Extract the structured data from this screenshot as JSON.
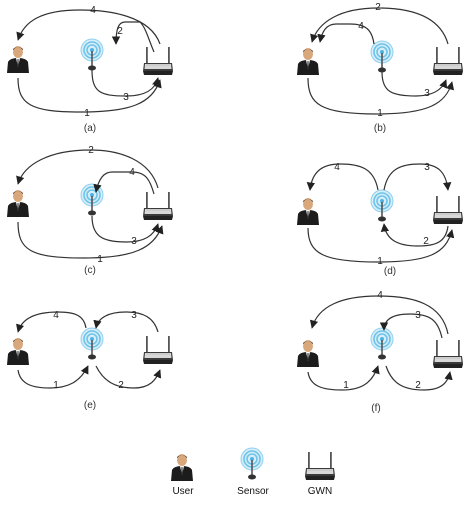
{
  "panels": [
    {
      "caption": "(a)",
      "edges": [
        {
          "label": "4"
        },
        {
          "label": "2"
        },
        {
          "label": "3"
        },
        {
          "label": "1"
        }
      ]
    },
    {
      "caption": "(b)",
      "edges": [
        {
          "label": "2"
        },
        {
          "label": "4"
        },
        {
          "label": "3"
        },
        {
          "label": "1"
        }
      ]
    },
    {
      "caption": "(c)",
      "edges": [
        {
          "label": "2"
        },
        {
          "label": "4"
        },
        {
          "label": "3"
        },
        {
          "label": "1"
        }
      ]
    },
    {
      "caption": "(d)",
      "edges": [
        {
          "label": "4"
        },
        {
          "label": "3"
        },
        {
          "label": "2"
        },
        {
          "label": "1"
        }
      ]
    },
    {
      "caption": "(e)",
      "edges": [
        {
          "label": "4"
        },
        {
          "label": "3"
        },
        {
          "label": "1"
        },
        {
          "label": "2"
        }
      ]
    },
    {
      "caption": "(f)",
      "edges": [
        {
          "label": "4"
        },
        {
          "label": "3"
        },
        {
          "label": "1"
        },
        {
          "label": "2"
        }
      ]
    }
  ],
  "legend": {
    "user": "User",
    "sensor": "Sensor",
    "gwn": "GWN"
  },
  "colors": {
    "edge": "#333333",
    "sensor": "#6fc3e8",
    "user_suit": "#1c1c1c",
    "gateway": "#3a3a3a"
  }
}
